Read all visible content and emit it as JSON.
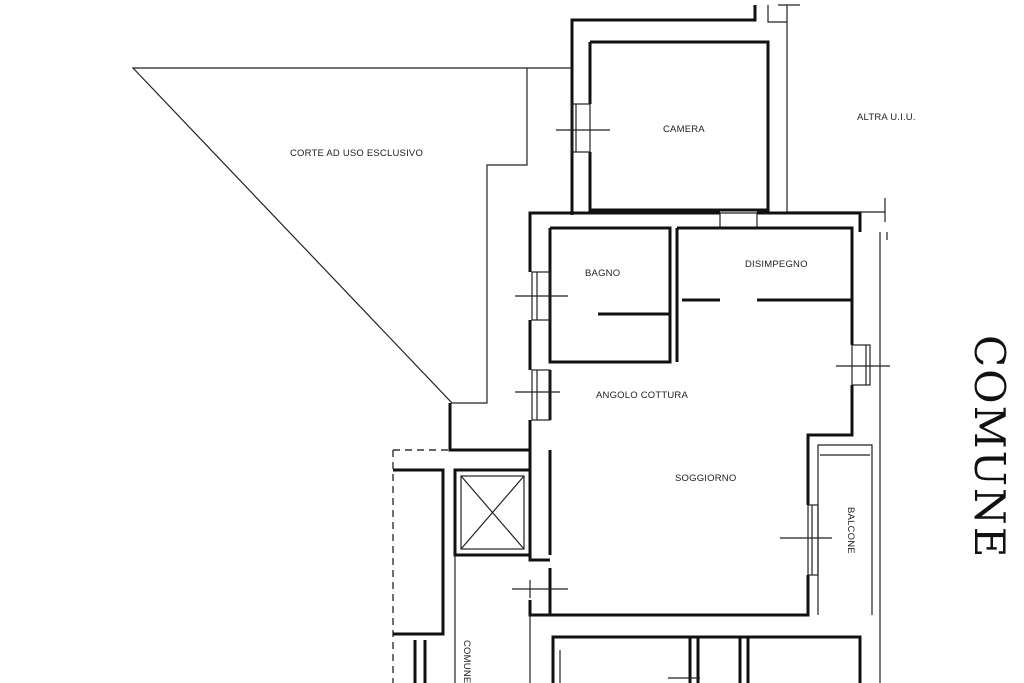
{
  "rooms": {
    "camera": "CAMERA",
    "altra": "ALTRA U.I.U.",
    "corte": "CORTE AD USO ESCLUSIVO",
    "bagno": "BAGNO",
    "disimpegno": "DISIMPEGNO",
    "angolo_cottura": "ANGOLO COTTURA",
    "soggiorno": "SOGGIORNO",
    "balcone": "BALCONE",
    "comune_small": "COMUNE"
  },
  "outside_label": "COMUNE"
}
